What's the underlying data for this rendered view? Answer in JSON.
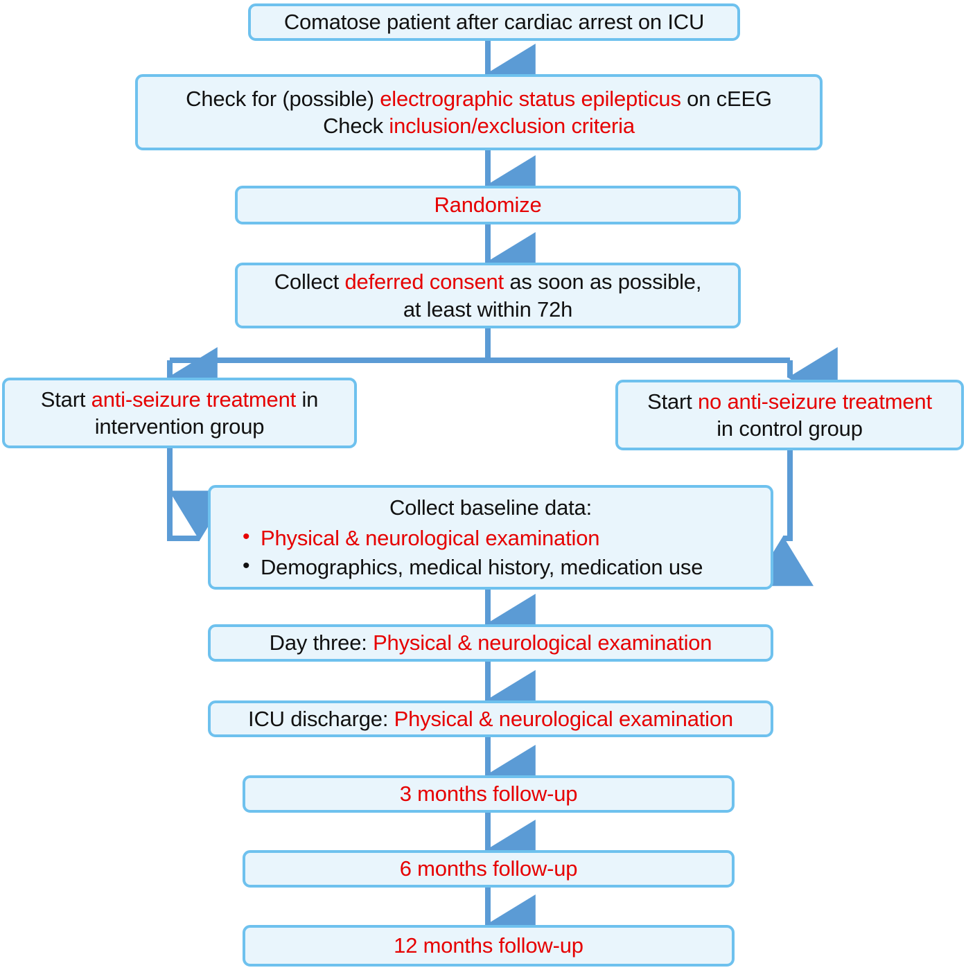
{
  "diagram": {
    "title": "Clinical trial flowchart: comatose patient after cardiac arrest",
    "colors": {
      "box_fill": "#e9f5fc",
      "box_border": "#6ec1ee",
      "arrow": "#5b9bd5",
      "highlight_text": "#e60000",
      "body_text": "#111111",
      "background": "#ffffff"
    },
    "nodes": [
      {
        "id": "n1",
        "name": "comatose-patient-box",
        "lines": [
          [
            {
              "t": "Comatose patient after cardiac arrest on ICU",
              "c": "bk"
            }
          ]
        ]
      },
      {
        "id": "n2",
        "name": "check-ese-criteria-box",
        "lines": [
          [
            {
              "t": "Check for (possible) ",
              "c": "bk"
            },
            {
              "t": "electrographic status epilepticus",
              "c": "rd"
            },
            {
              "t": " on cEEG",
              "c": "bk"
            }
          ],
          [
            {
              "t": "Check ",
              "c": "bk"
            },
            {
              "t": "inclusion/exclusion criteria",
              "c": "rd"
            }
          ]
        ]
      },
      {
        "id": "n3",
        "name": "randomize-box",
        "lines": [
          [
            {
              "t": "Randomize",
              "c": "rd"
            }
          ]
        ]
      },
      {
        "id": "n4",
        "name": "deferred-consent-box",
        "lines": [
          [
            {
              "t": "Collect ",
              "c": "bk"
            },
            {
              "t": "deferred consent",
              "c": "rd"
            },
            {
              "t": " as soon as possible,",
              "c": "bk"
            }
          ],
          [
            {
              "t": "at least within 72h",
              "c": "bk"
            }
          ]
        ]
      },
      {
        "id": "n5",
        "name": "intervention-group-box",
        "lines": [
          [
            {
              "t": "Start ",
              "c": "bk"
            },
            {
              "t": "anti-seizure treatment",
              "c": "rd"
            },
            {
              "t": " in",
              "c": "bk"
            }
          ],
          [
            {
              "t": "intervention group",
              "c": "bk"
            }
          ]
        ]
      },
      {
        "id": "n6",
        "name": "control-group-box",
        "lines": [
          [
            {
              "t": "Start ",
              "c": "bk"
            },
            {
              "t": "no anti-seizure treatment",
              "c": "rd"
            }
          ],
          [
            {
              "t": "in control group",
              "c": "bk"
            }
          ]
        ]
      },
      {
        "id": "n7",
        "name": "baseline-data-box",
        "heading": "Collect baseline data:",
        "bullets": [
          {
            "text": "Physical & neurological examination",
            "color": "red"
          },
          {
            "text": "Demographics, medical history, medication use",
            "color": "black"
          }
        ]
      },
      {
        "id": "n8",
        "name": "day-three-box",
        "lines": [
          [
            {
              "t": "Day three: ",
              "c": "bk"
            },
            {
              "t": "Physical & neurological examination",
              "c": "rd"
            }
          ]
        ]
      },
      {
        "id": "n9",
        "name": "icu-discharge-box",
        "lines": [
          [
            {
              "t": "ICU discharge: ",
              "c": "bk"
            },
            {
              "t": "Physical & neurological examination",
              "c": "rd"
            }
          ]
        ]
      },
      {
        "id": "n10",
        "name": "followup-3-months-box",
        "lines": [
          [
            {
              "t": "3 months follow-up",
              "c": "rd"
            }
          ]
        ]
      },
      {
        "id": "n11",
        "name": "followup-6-months-box",
        "lines": [
          [
            {
              "t": "6 months follow-up",
              "c": "rd"
            }
          ]
        ]
      },
      {
        "id": "n12",
        "name": "followup-12-months-box",
        "lines": [
          [
            {
              "t": "12 months follow-up",
              "c": "rd"
            }
          ]
        ]
      }
    ]
  }
}
